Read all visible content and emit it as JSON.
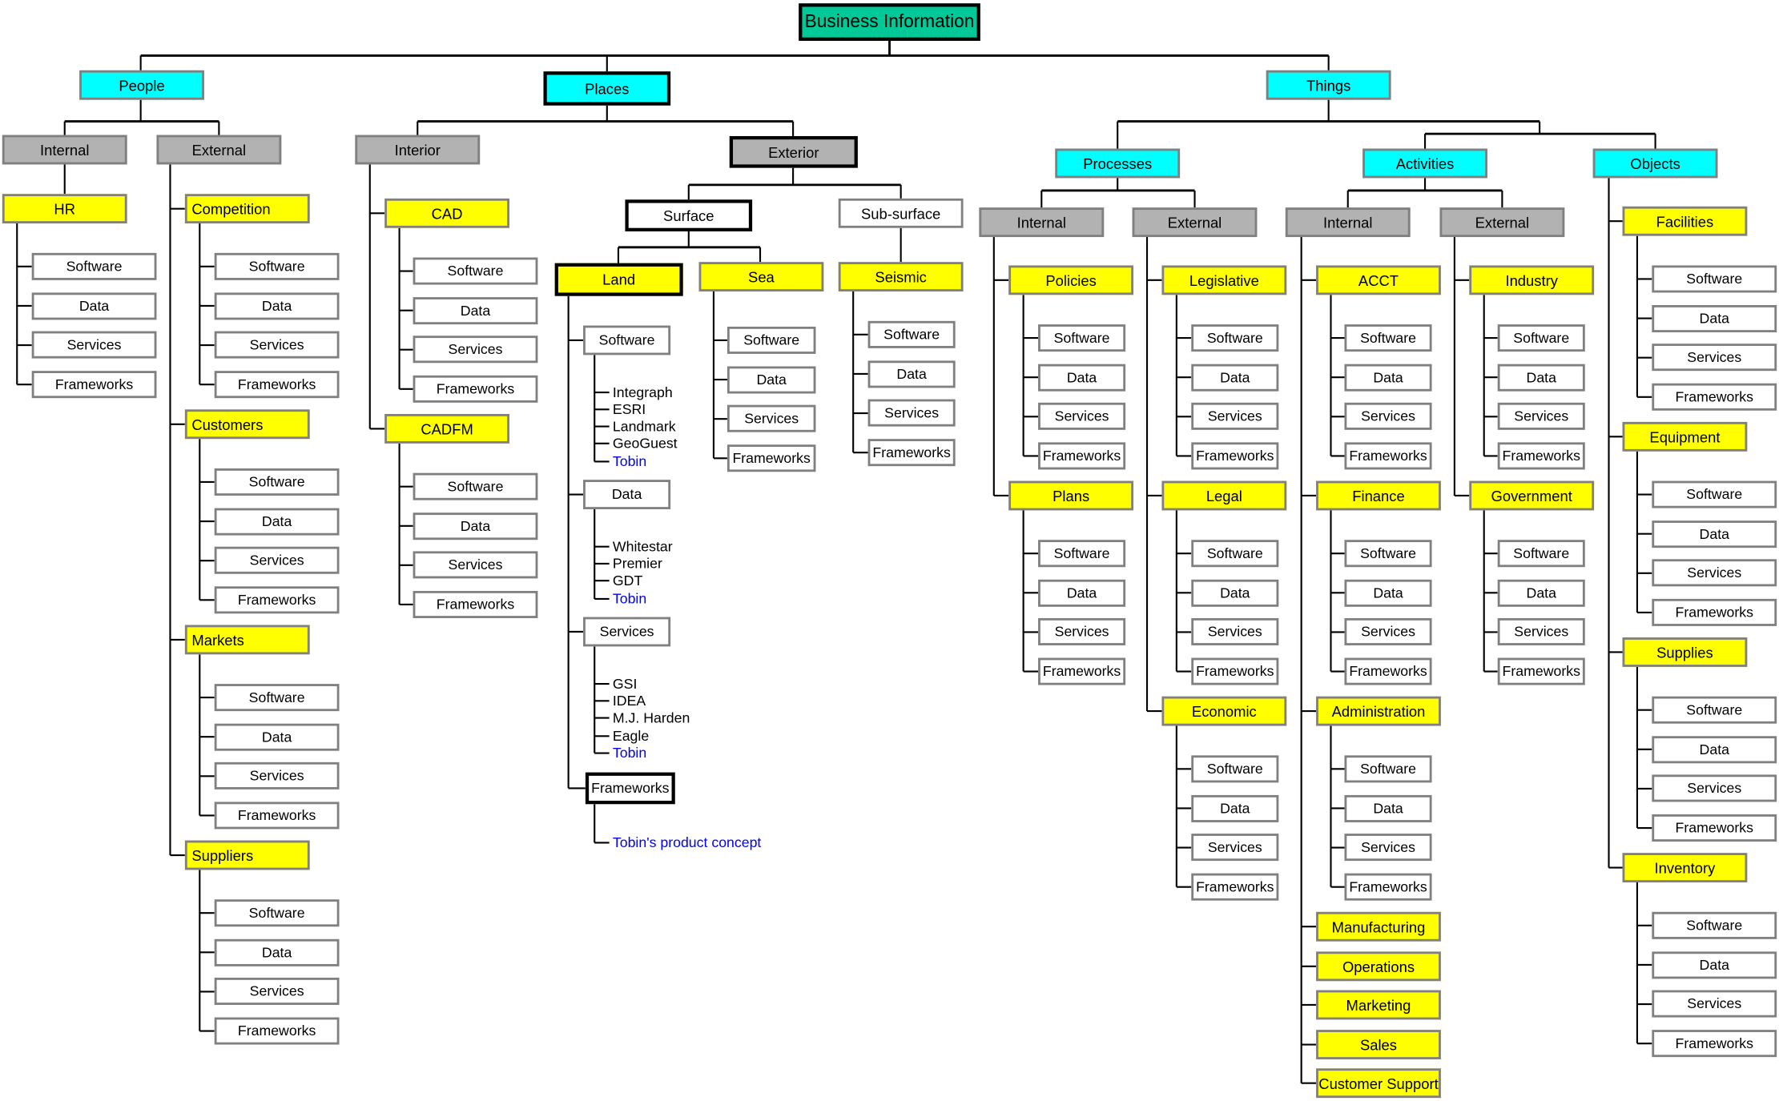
{
  "root": "Business Information",
  "leaves": [
    "Software",
    "Data",
    "Services",
    "Frameworks"
  ],
  "people": {
    "label": "People",
    "internal": {
      "label": "Internal",
      "groups": [
        "HR"
      ]
    },
    "external": {
      "label": "External",
      "groups": [
        "Competition",
        "Customers",
        "Markets",
        "Suppliers"
      ]
    }
  },
  "places": {
    "label": "Places",
    "interior": {
      "label": "Interior",
      "groups": [
        "CAD",
        "CADFM"
      ]
    },
    "exterior": {
      "label": "Exterior",
      "surface": {
        "label": "Surface",
        "land": {
          "label": "Land",
          "items": [
            {
              "label": "Software",
              "vendors": [
                "Integraph",
                "ESRI",
                "Landmark",
                "GeoGuest",
                "Tobin"
              ]
            },
            {
              "label": "Data",
              "vendors": [
                "Whitestar",
                "Premier",
                "GDT",
                "Tobin"
              ]
            },
            {
              "label": "Services",
              "vendors": [
                "GSI",
                "IDEA",
                "M.J. Harden",
                "Eagle",
                "Tobin"
              ]
            },
            {
              "label": "Frameworks",
              "vendors": [
                "Tobin's product concept"
              ]
            }
          ]
        },
        "sea": {
          "label": "Sea"
        }
      },
      "subsurface": {
        "label": "Sub-surface",
        "seismic": {
          "label": "Seismic"
        }
      }
    }
  },
  "things": {
    "label": "Things",
    "processes": {
      "label": "Processes",
      "internal": {
        "label": "Internal",
        "groups": [
          "Policies",
          "Plans"
        ]
      },
      "external": {
        "label": "External",
        "groups": [
          "Legislative",
          "Legal",
          "Economic"
        ]
      }
    },
    "activities": {
      "label": "Activities",
      "internal": {
        "label": "Internal",
        "groups": [
          "ACCT",
          "Finance",
          "Administration",
          "Manufacturing",
          "Operations",
          "Marketing",
          "Sales",
          "Customer Support"
        ]
      },
      "external": {
        "label": "External",
        "groups": [
          "Industry",
          "Government"
        ]
      }
    },
    "objects": {
      "label": "Objects",
      "groups": [
        "Facilities",
        "Equipment",
        "Supplies",
        "Inventory"
      ]
    }
  },
  "colors": {
    "root": "#00c896",
    "level1": "#00ffff",
    "level2": "#b2b2b2",
    "group": "#ffff00",
    "leaf": "#ffffff",
    "highlight_text": "#0000ff"
  }
}
